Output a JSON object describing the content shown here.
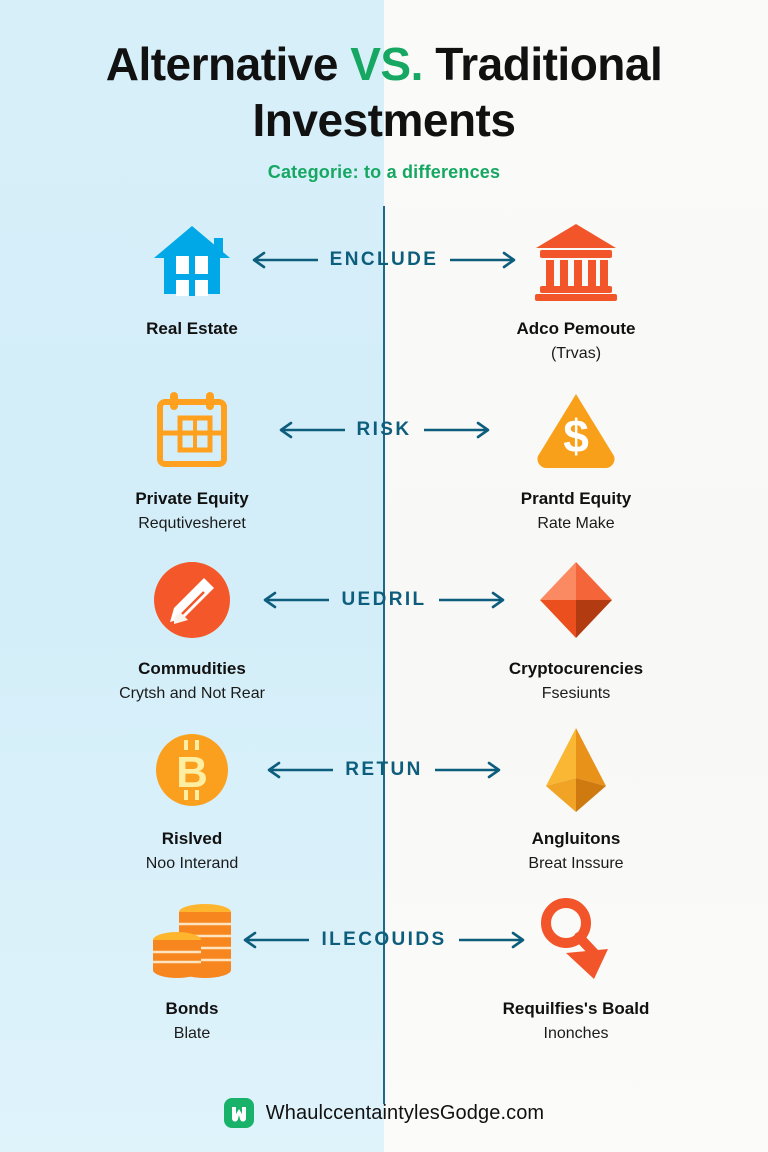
{
  "background": {
    "left_color": "#d7eff9",
    "right_color": "#f9f9f7",
    "divider_color": "#0d5d7d"
  },
  "header": {
    "title_part1": "Alternative",
    "title_vs": "VS.",
    "title_part2": "Traditional",
    "title_line2": "Investments",
    "subtitle": "Categorie: to a differences",
    "accent_green": "#16a862"
  },
  "center_accent": "#0d5d7d",
  "rows": [
    {
      "center_label": "ENCLUDE",
      "left": {
        "icon": "house-icon",
        "label": "Real Estate",
        "sub": ""
      },
      "right": {
        "icon": "bank-icon",
        "label": "Adco Pemoute",
        "sub": "(Trvas)"
      }
    },
    {
      "center_label": "RISK",
      "left": {
        "icon": "calendar-icon",
        "label": "Private Equity",
        "sub": "Requtivesheret"
      },
      "right": {
        "icon": "dollar-triangle-icon",
        "label": "Prantd Equity",
        "sub": "Rate Make"
      }
    },
    {
      "center_label": "UEDRIL",
      "left": {
        "icon": "pencil-circle-icon",
        "label": "Commudities",
        "sub": "Crytsh and Not Rear"
      },
      "right": {
        "icon": "diamond-icon",
        "label": "Cryptocurencies",
        "sub": "Fsesiunts"
      }
    },
    {
      "center_label": "RETUN",
      "left": {
        "icon": "bitcoin-icon",
        "label": "Rislved",
        "sub": "Noo Interand"
      },
      "right": {
        "icon": "ethereum-icon",
        "label": "Angluitons",
        "sub": "Breat Inssure"
      }
    },
    {
      "center_label": "ILECOUIDS",
      "left": {
        "icon": "coin-stack-icon",
        "label": "Bonds",
        "sub": "Blate"
      },
      "right": {
        "icon": "magnifier-arrow-icon",
        "label": "Requilfies's Boald",
        "sub": "Inonches"
      }
    }
  ],
  "footer": {
    "logo_icon": "brand-logo-icon",
    "logo_color": "#19b26a",
    "text": "WhaulccentaintylesGodge.com"
  }
}
